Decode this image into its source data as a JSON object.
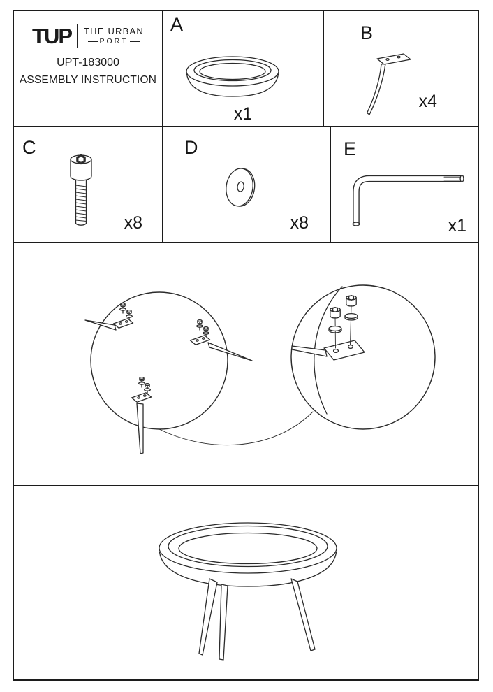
{
  "style": {
    "ink": "#2b2b2b",
    "border": "#1c1c1c"
  },
  "header": {
    "logo": "TUP",
    "brand_top": "THE URBAN",
    "brand_bottom": "PORT",
    "model": "UPT-183000",
    "title": "ASSEMBLY INSTRUCTION"
  },
  "parts": {
    "a": {
      "label": "A",
      "qty": "x1"
    },
    "b": {
      "label": "B",
      "qty": "x4"
    },
    "c": {
      "label": "C",
      "qty": "x8"
    },
    "d": {
      "label": "D",
      "qty": "x8"
    },
    "e": {
      "label": "E",
      "qty": "x1"
    }
  }
}
